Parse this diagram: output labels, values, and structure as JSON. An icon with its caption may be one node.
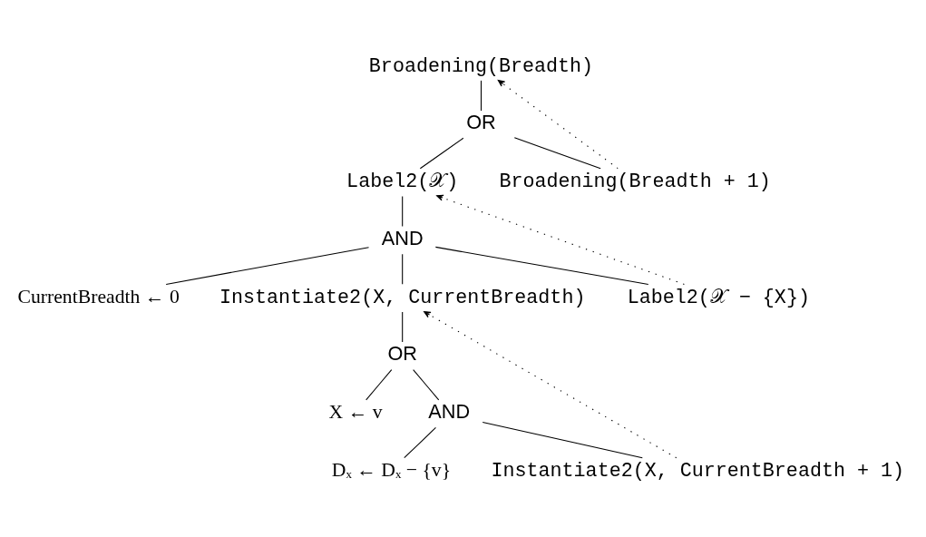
{
  "diagram": {
    "nodes": [
      {
        "text": [
          "Broadening(Breadth)"
        ]
      },
      {
        "text": [
          "OR"
        ]
      },
      {
        "text": [
          "Label2(𝒳)"
        ]
      },
      {
        "text": [
          "Broadening(Breadth + 1)"
        ]
      },
      {
        "text": [
          "AND"
        ]
      },
      {
        "text": [
          "CurrentBreadth ← 0"
        ]
      },
      {
        "text": [
          "Instantiate2(X, CurrentBreadth)"
        ]
      },
      {
        "text": [
          "Label2(𝒳 − {X})"
        ]
      },
      {
        "text": [
          "OR"
        ]
      },
      {
        "text": [
          "X ← v"
        ]
      },
      {
        "text": [
          "AND"
        ]
      },
      {
        "text": [
          "Dₓ ← Dₓ − {v}"
        ]
      },
      {
        "text": [
          "Instantiate2(X, CurrentBreadth + 1)"
        ]
      }
    ],
    "edges": [
      {
        "from": 0,
        "to": 1,
        "arrow": "none"
      },
      {
        "from": 1,
        "to": 2,
        "arrow": "none"
      },
      {
        "from": 1,
        "to": 3,
        "arrow": "none"
      },
      {
        "from": 2,
        "to": 4,
        "arrow": "none"
      },
      {
        "from": 4,
        "to": 5,
        "arrow": "none"
      },
      {
        "from": 4,
        "to": 6,
        "arrow": "none"
      },
      {
        "from": 4,
        "to": 7,
        "arrow": "none"
      },
      {
        "from": 6,
        "to": 8,
        "arrow": "none"
      },
      {
        "from": 8,
        "to": 9,
        "arrow": "none"
      },
      {
        "from": 8,
        "to": 10,
        "arrow": "none"
      },
      {
        "from": 10,
        "to": 11,
        "arrow": "none"
      },
      {
        "from": 10,
        "to": 12,
        "arrow": "none"
      },
      {
        "from": 3,
        "to": 0,
        "arrow": "to",
        "style": "dashed"
      },
      {
        "from": 7,
        "to": 2,
        "arrow": "to",
        "style": "dashed"
      },
      {
        "from": 12,
        "to": 6,
        "arrow": "to",
        "style": "dashed"
      }
    ]
  }
}
